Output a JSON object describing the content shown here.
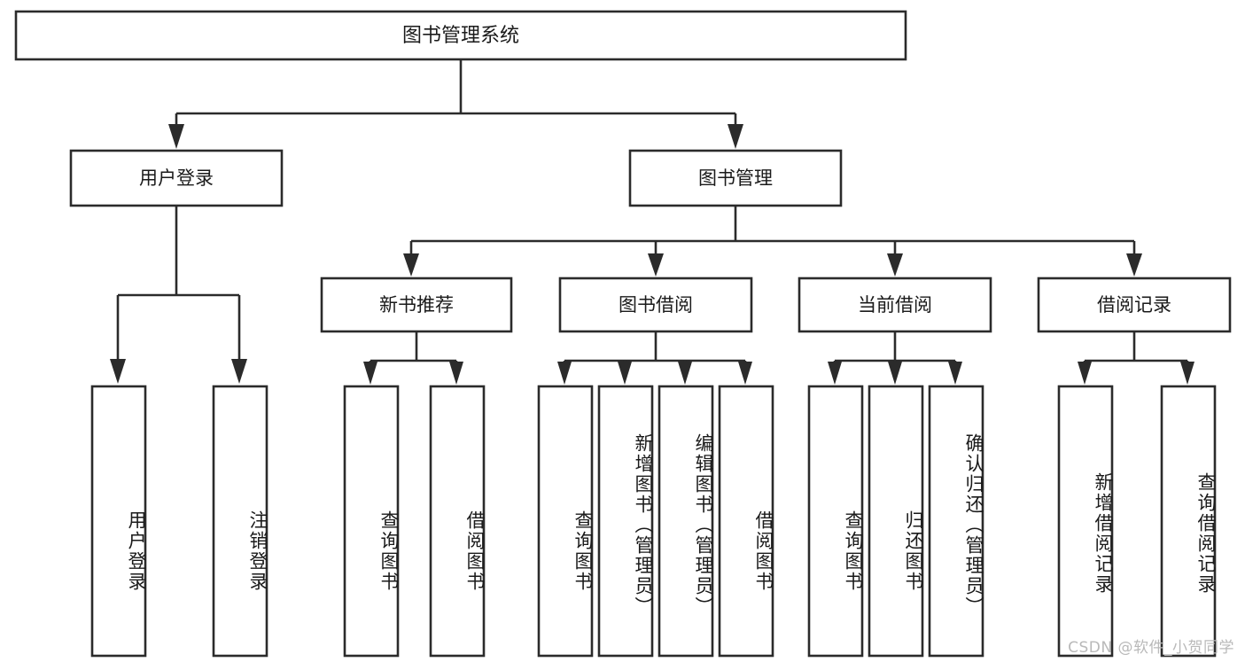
{
  "diagram": {
    "type": "tree",
    "title": "图书管理系统",
    "watermark": "CSDN @软件_小贺同学",
    "colors": {
      "stroke": "#2b2b2b",
      "fill": "#ffffff",
      "text": "#1a1a1a",
      "watermark": "#b9b9b9"
    },
    "root": {
      "id": "root",
      "label": "图书管理系统"
    },
    "level2": [
      {
        "id": "user-login",
        "label": "用户登录"
      },
      {
        "id": "book-manage",
        "label": "图书管理"
      }
    ],
    "level3": [
      {
        "id": "new-book-recommend",
        "label": "新书推荐",
        "parent": "book-manage"
      },
      {
        "id": "book-borrow",
        "label": "图书借阅",
        "parent": "book-manage"
      },
      {
        "id": "current-borrow",
        "label": "当前借阅",
        "parent": "book-manage"
      },
      {
        "id": "borrow-record",
        "label": "借阅记录",
        "parent": "book-manage"
      }
    ],
    "leaves": [
      {
        "id": "leaf-user-login",
        "label": "用户登录",
        "parent": "user-login"
      },
      {
        "id": "leaf-user-logout",
        "label": "注销登录",
        "parent": "user-login"
      },
      {
        "id": "leaf-query-book-1",
        "label": "查询图书",
        "parent": "new-book-recommend"
      },
      {
        "id": "leaf-borrow-book-1",
        "label": "借阅图书",
        "parent": "new-book-recommend"
      },
      {
        "id": "leaf-query-book-2",
        "label": "查询图书",
        "parent": "book-borrow"
      },
      {
        "id": "leaf-add-book",
        "label": "新增图书（管理员）",
        "parent": "book-borrow"
      },
      {
        "id": "leaf-edit-book",
        "label": "编辑图书（管理员）",
        "parent": "book-borrow"
      },
      {
        "id": "leaf-borrow-book-2",
        "label": "借阅图书",
        "parent": "book-borrow"
      },
      {
        "id": "leaf-query-book-3",
        "label": "查询图书",
        "parent": "current-borrow"
      },
      {
        "id": "leaf-return-book",
        "label": "归还图书",
        "parent": "current-borrow"
      },
      {
        "id": "leaf-confirm-return",
        "label": "确认归还（管理员）",
        "parent": "current-borrow"
      },
      {
        "id": "leaf-add-record",
        "label": "新增借阅记录",
        "parent": "borrow-record"
      },
      {
        "id": "leaf-query-record",
        "label": "查询借阅记录",
        "parent": "borrow-record"
      }
    ]
  }
}
